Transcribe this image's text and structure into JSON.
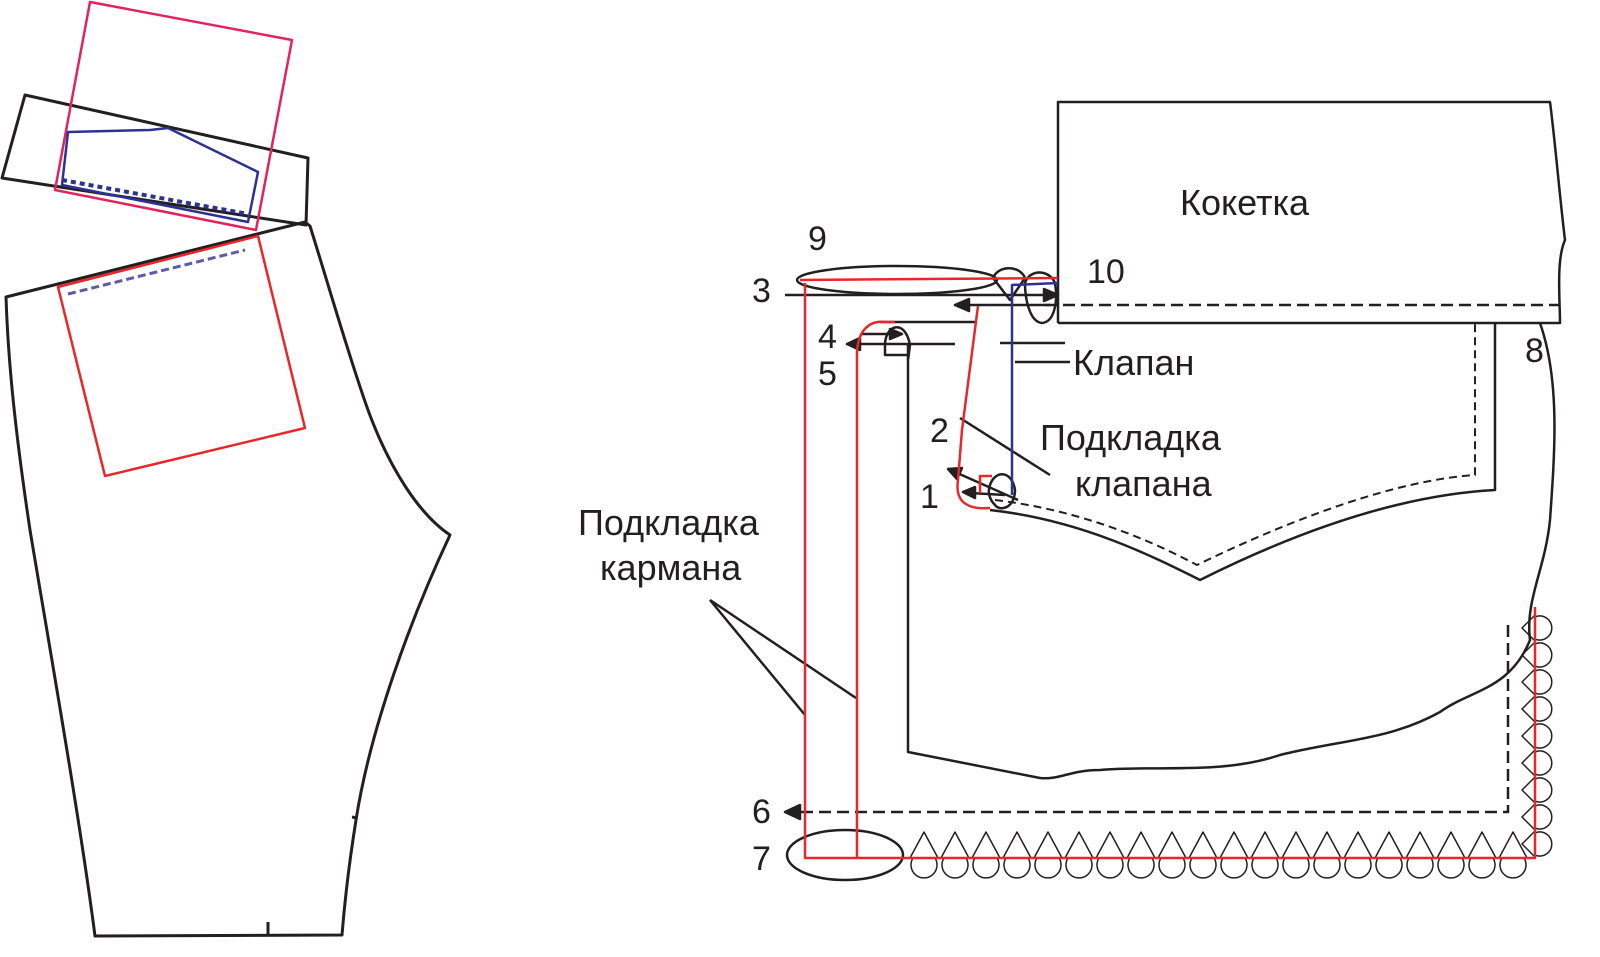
{
  "labels": {
    "yoke": "Кокетка",
    "flap": "Клапан",
    "flap_lining_1": "Подкладка",
    "flap_lining_2": "клапана",
    "pocket_lining_1": "Подкладка",
    "pocket_lining_2": "кармана"
  },
  "points": {
    "p1": "1",
    "p2": "2",
    "p3": "3",
    "p4": "4",
    "p5": "5",
    "p6": "6",
    "p7": "7",
    "p8": "8",
    "p9": "9",
    "p10": "10"
  },
  "colors": {
    "outline": "#231f20",
    "red": "#e8262b",
    "pink": "#e0245e",
    "blue": "#2e3192",
    "lightblue": "#5b5ba8"
  }
}
